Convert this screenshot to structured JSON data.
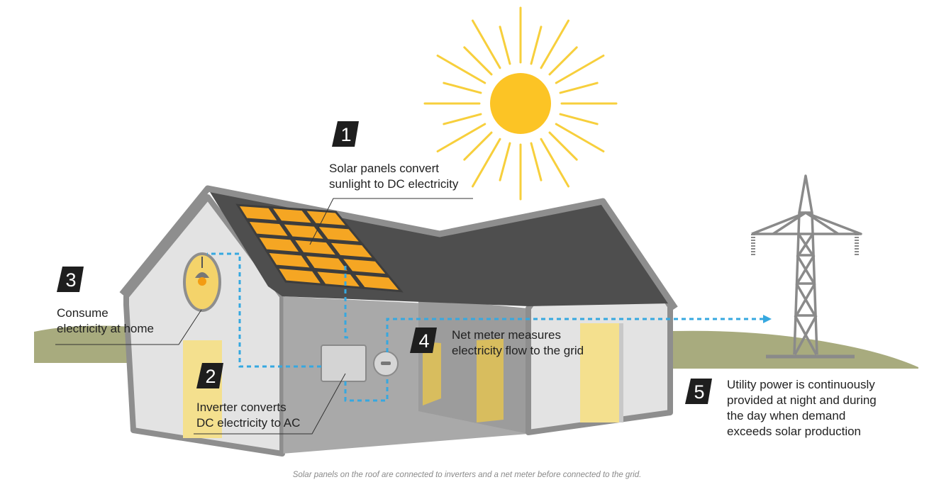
{
  "steps": [
    {
      "number": "1",
      "lines": [
        "Solar panels convert",
        "sunlight to DC electricity"
      ]
    },
    {
      "number": "2",
      "lines": [
        "Inverter converts",
        "DC electricity to AC"
      ]
    },
    {
      "number": "3",
      "lines": [
        "Consume",
        "electricity at home"
      ]
    },
    {
      "number": "4",
      "lines": [
        "Net meter measures",
        "electricity flow to the grid"
      ]
    },
    {
      "number": "5",
      "lines": [
        "Utility power is continuously",
        "provided at night and during",
        "the day when demand",
        "exceeds solar production"
      ]
    }
  ],
  "caption": "Solar panels on the roof are connected to inverters and a net meter before connected to the grid.",
  "colors": {
    "sun": "#fcc425",
    "rays": "#f7cf3c",
    "panel": "#f39c12",
    "roof": "#4e4e4e",
    "wall": "#e3e3e3",
    "wall_shadow": "#a9a9a9",
    "ground": "#a8ab7e",
    "flow_line": "#36a8e0",
    "badge": "#1e1e1e",
    "tower": "#8a8a8a"
  }
}
